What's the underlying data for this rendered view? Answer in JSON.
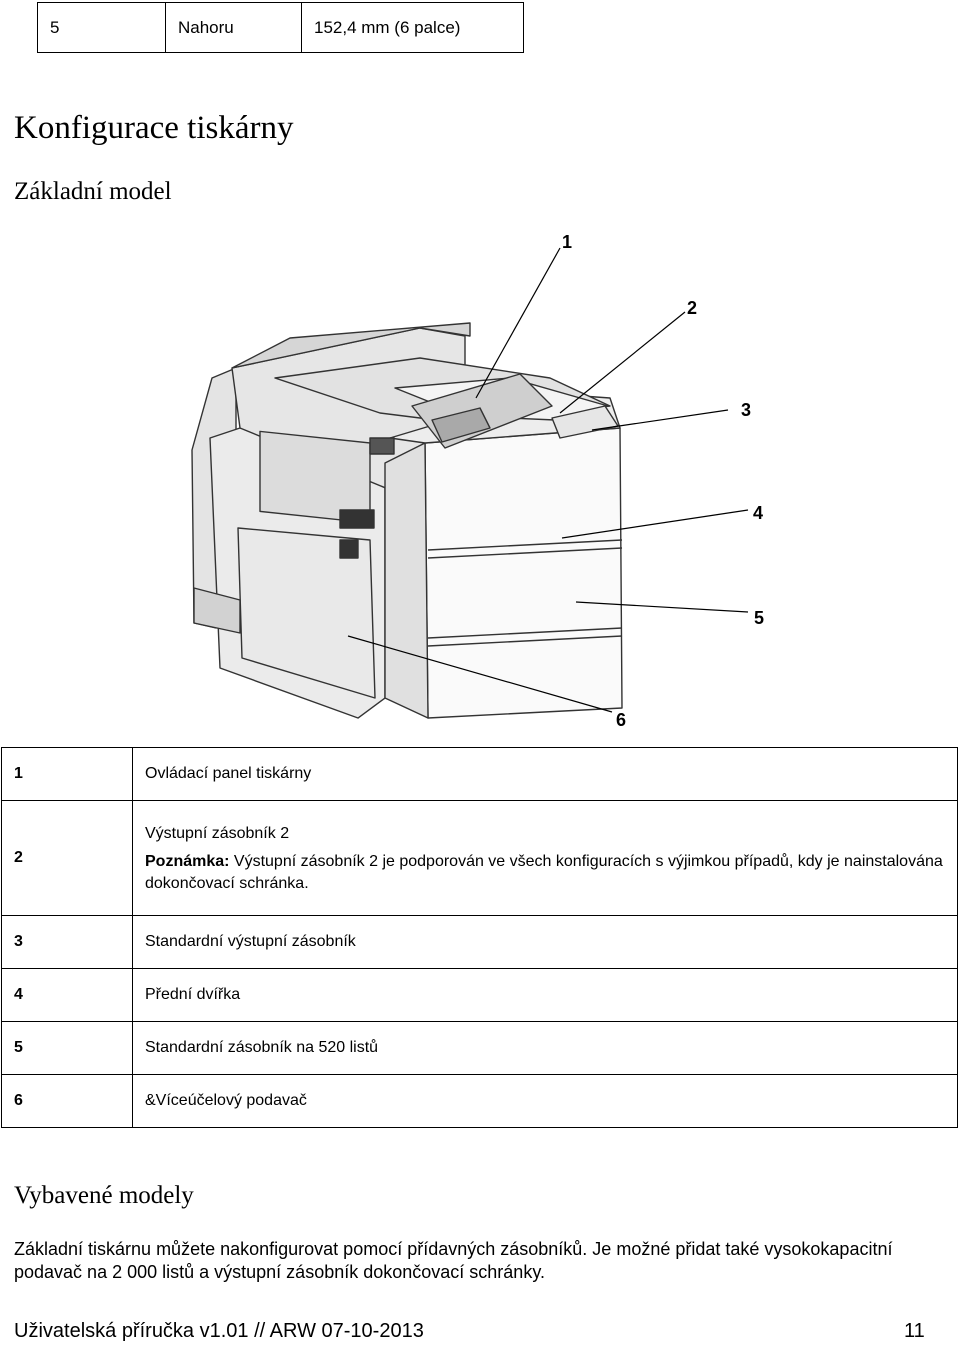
{
  "top_row": [
    "5",
    "Nahoru",
    "152,4 mm (6 palce)"
  ],
  "heading": "Konfigurace tiskárny",
  "subheading_basic": "Základní model",
  "figure": {
    "callouts": [
      "1",
      "2",
      "3",
      "4",
      "5",
      "6"
    ]
  },
  "parts": [
    {
      "num": "1",
      "desc": "Ovládací panel tiskárny"
    },
    {
      "num": "2",
      "desc": "Výstupní zásobník 2",
      "note_label": "Poznámka:",
      "note_text": " Výstupní zásobník 2 je podporován ve všech konfiguracích s výjimkou případů, kdy je nainstalována dokončovací schránka."
    },
    {
      "num": "3",
      "desc": "Standardní výstupní zásobník"
    },
    {
      "num": "4",
      "desc": "Přední dvířka"
    },
    {
      "num": "5",
      "desc": "Standardní zásobník na 520 listů"
    },
    {
      "num": "6",
      "desc": "&Víceúčelový podavač"
    }
  ],
  "subheading_equipped": "Vybavené modely",
  "paragraph": "Základní tiskárnu můžete nakonfigurovat pomocí přídavných zásobníků. Je možné přidat také vysokokapacitní podavač na 2 000 listů a výstupní zásobník dokončovací schránky.",
  "footer": {
    "left": "Uživatelská příručka v1.01 // ARW 07-10-2013",
    "page": "11"
  }
}
